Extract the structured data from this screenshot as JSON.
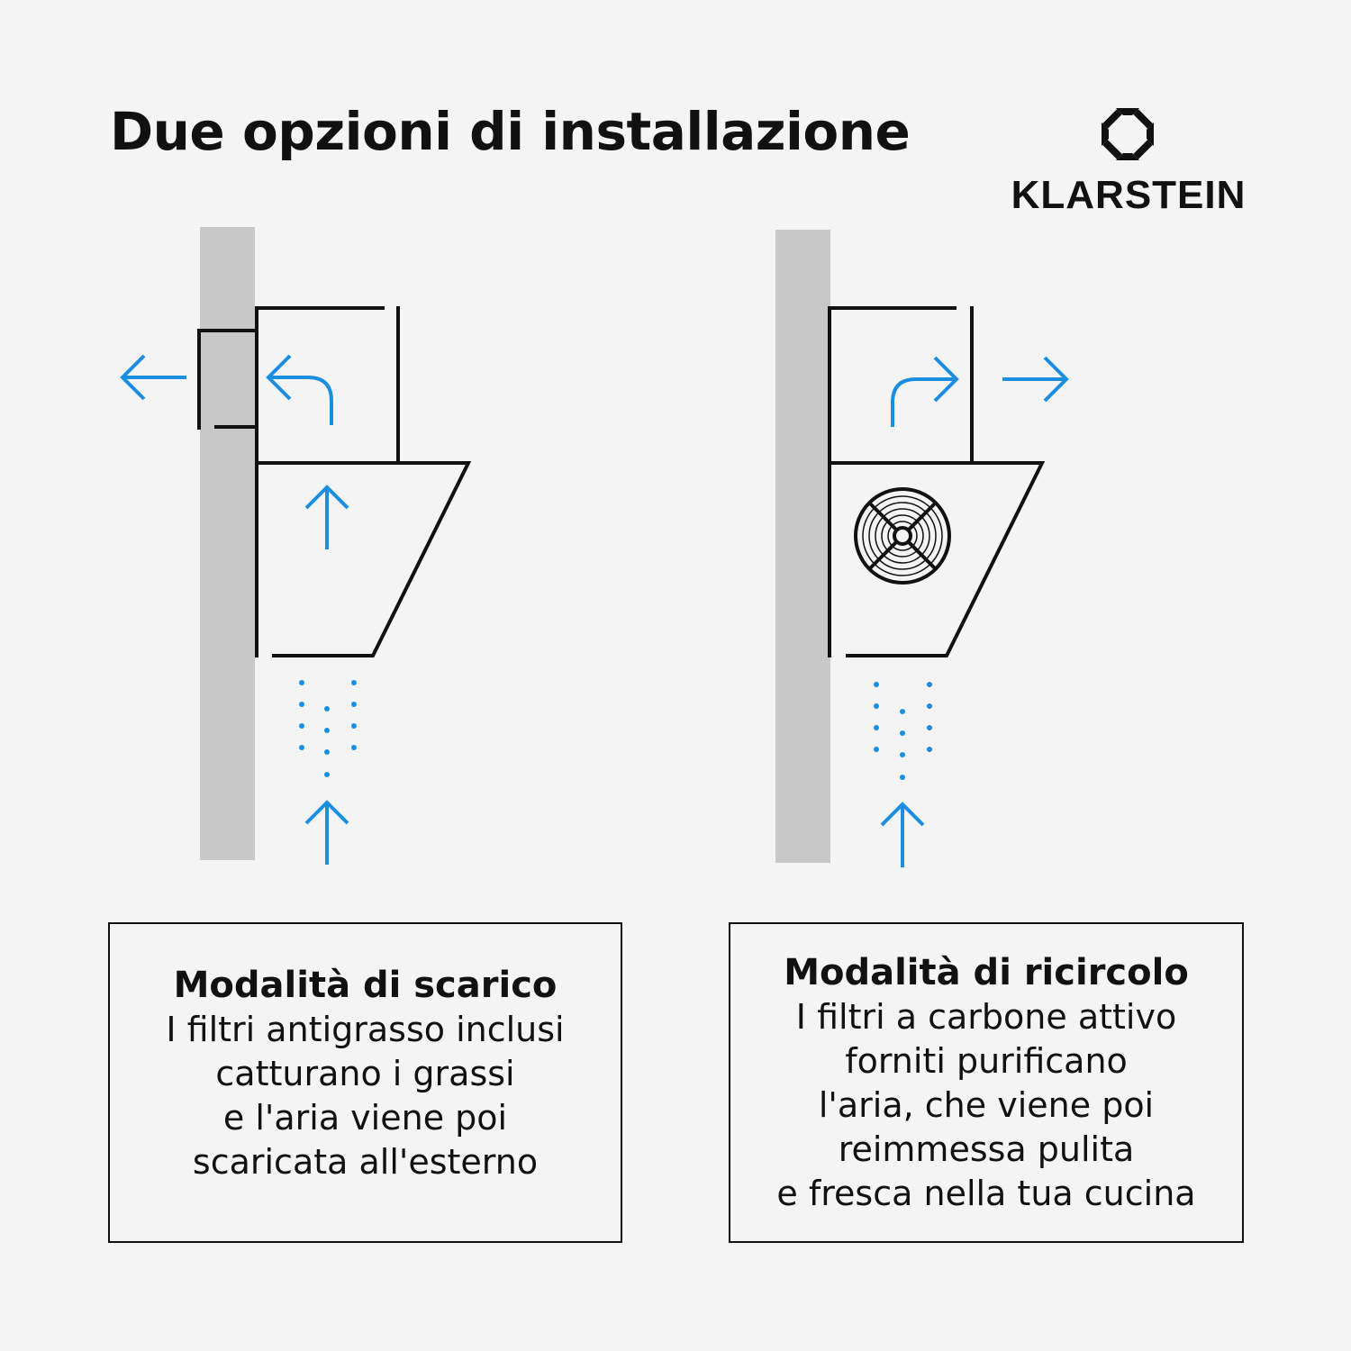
{
  "title": "Due opzioni di installazione",
  "brand": {
    "name": "KLARSTEIN",
    "logo_icon": "hexagon-diamond-logo-icon"
  },
  "colors": {
    "airflow": "#1a8fe0",
    "wall": "#c8c8c8",
    "line": "#111111",
    "background": "#f4f4f4"
  },
  "exhaust_mode": {
    "title": "Modalità di scarico",
    "lines": [
      "I filtri antigrasso inclusi",
      "catturano i grassi",
      "e l'aria viene poi",
      "scaricata all'esterno"
    ]
  },
  "recirculation_mode": {
    "title": "Modalità di ricircolo",
    "lines": [
      "I filtri a carbone attivo",
      "forniti purificano",
      "l'aria, che viene poi",
      "reimmessa pulita",
      "e fresca nella tua cucina"
    ]
  }
}
